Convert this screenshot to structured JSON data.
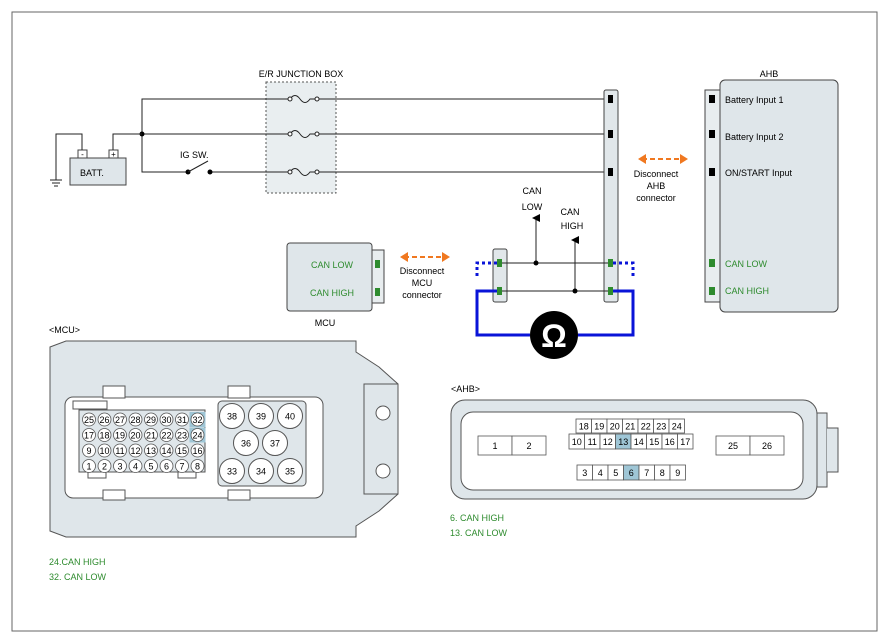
{
  "junction_box": {
    "label": "E/R JUNCTION BOX"
  },
  "battery": {
    "label": "BATT.",
    "minus": "-",
    "plus": "+"
  },
  "ig_switch": {
    "label": "IG SW."
  },
  "ahb": {
    "title": "AHB",
    "pins": [
      "Battery Input 1",
      "Battery Input 2",
      "ON/START Input",
      "CAN LOW",
      "CAN HIGH"
    ]
  },
  "mcu": {
    "title": "MCU",
    "pins": [
      "CAN LOW",
      "CAN HIGH"
    ]
  },
  "disconnect_ahb": {
    "line1": "Disconnect",
    "line2": "AHB",
    "line3": "connector"
  },
  "disconnect_mcu": {
    "line1": "Disconnect",
    "line2": "MCU",
    "line3": "connector"
  },
  "can_low_probe": {
    "line1": "CAN",
    "line2": "LOW"
  },
  "can_high_probe": {
    "line1": "CAN",
    "line2": "HIGH"
  },
  "ohmmeter": {
    "symbol": "Ω"
  },
  "mcu_connector": {
    "title": "<MCU>",
    "row1": [
      "25",
      "26",
      "27",
      "28",
      "29",
      "30",
      "31",
      "32"
    ],
    "row2": [
      "17",
      "18",
      "19",
      "20",
      "21",
      "22",
      "23",
      "24"
    ],
    "row3": [
      "9",
      "10",
      "11",
      "12",
      "13",
      "14",
      "15",
      "16"
    ],
    "row4": [
      "1",
      "2",
      "3",
      "4",
      "5",
      "6",
      "7",
      "8"
    ],
    "large_pins": [
      "38",
      "39",
      "40",
      "36",
      "37",
      "33",
      "34",
      "35"
    ],
    "highlighted": [
      "24",
      "32"
    ],
    "legend": [
      "24.CAN HIGH",
      "32. CAN LOW"
    ]
  },
  "ahb_connector": {
    "title": "<AHB>",
    "top_row": [
      "18",
      "19",
      "20",
      "21",
      "22",
      "23",
      "24"
    ],
    "mid_row": [
      "10",
      "11",
      "12",
      "13",
      "14",
      "15",
      "16",
      "17"
    ],
    "bottom_row": [
      "3",
      "4",
      "5",
      "6",
      "7",
      "8",
      "9"
    ],
    "left_pins": [
      "1",
      "2"
    ],
    "right_pins": [
      "25",
      "26"
    ],
    "highlighted": [
      "6",
      "13"
    ],
    "legend": [
      "6. CAN HIGH",
      "13. CAN LOW"
    ]
  },
  "colors": {
    "green": "#2e8b2e",
    "blue": "#0a14d8",
    "orange": "#f07820",
    "highlight": "#9fc6d6",
    "shell": "#dfe6ea"
  }
}
